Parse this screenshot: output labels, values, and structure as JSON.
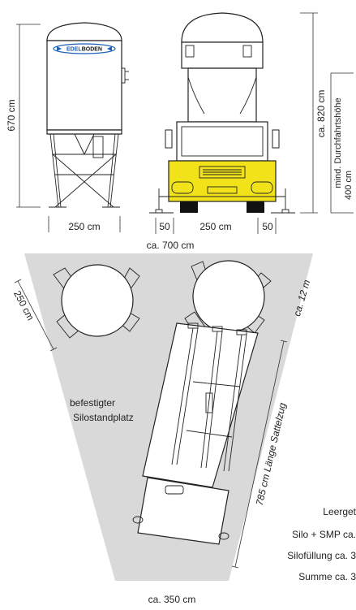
{
  "front_view": {
    "silo_height": "670 cm",
    "silo_width": "250 cm",
    "logo": {
      "text_prefix": "EDEL",
      "text_suffix": "BODEN"
    }
  },
  "truck_view": {
    "margin_left": "50",
    "truck_width": "250 cm",
    "margin_right": "50",
    "total_height": "ca. 820 cm",
    "clearance_label": "mind. Durchfahrtshöhe",
    "clearance_value": "400 cm"
  },
  "plan_view": {
    "top_width": "ca. 700 cm",
    "silo_diameter": "250 cm",
    "length": "ca. 12 m",
    "area_label_line1": "befestigter",
    "area_label_line2": "Silostandplatz",
    "trailer_length": "785 cm Länge Sattelzug",
    "bottom_width": "ca. 350 cm"
  },
  "weights": [
    {
      "label": "Leerget"
    },
    {
      "label": "Silo + SMP ca."
    },
    {
      "label": "Silofüllung ca. 3"
    },
    {
      "label": "Summe ca. 3"
    }
  ],
  "colors": {
    "truck_yellow": "#f2e21a",
    "logo_blue": "#1a5fb4",
    "ground": "#d9d9d9"
  }
}
